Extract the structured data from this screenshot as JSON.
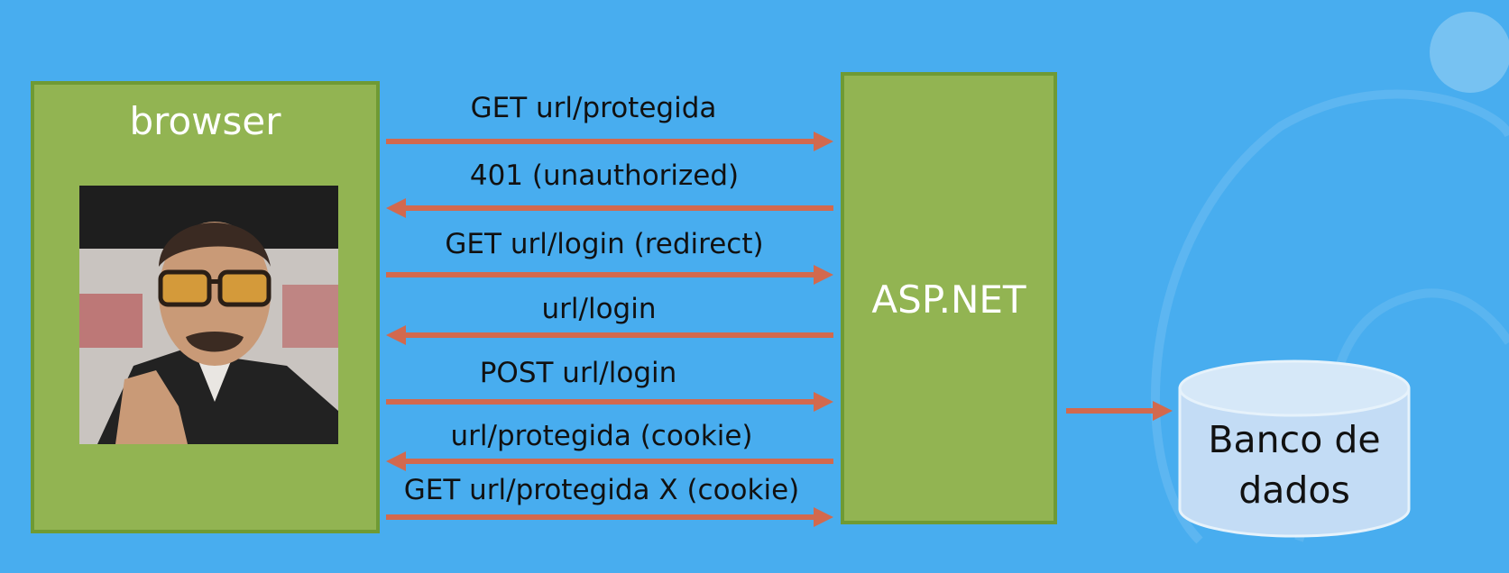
{
  "browser": {
    "label": "browser"
  },
  "server": {
    "label": "ASP.NET"
  },
  "database": {
    "label_line1": "Banco de",
    "label_line2": "dados"
  },
  "messages": [
    {
      "label": "GET url/protegida",
      "direction": "right"
    },
    {
      "label": "401 (unauthorized)",
      "direction": "left"
    },
    {
      "label": "GET url/login  (redirect)",
      "direction": "right"
    },
    {
      "label": "url/login",
      "direction": "left"
    },
    {
      "label": "POST url/login",
      "direction": "right"
    },
    {
      "label": "url/protegida (cookie)",
      "direction": "left"
    },
    {
      "label": "GET url/protegida X (cookie)",
      "direction": "right"
    }
  ],
  "colors": {
    "background": "#48adef",
    "box_fill": "#92b452",
    "box_border": "#6f9a34",
    "arrow": "#d2694e",
    "db_fill": "#c3dcf5"
  }
}
